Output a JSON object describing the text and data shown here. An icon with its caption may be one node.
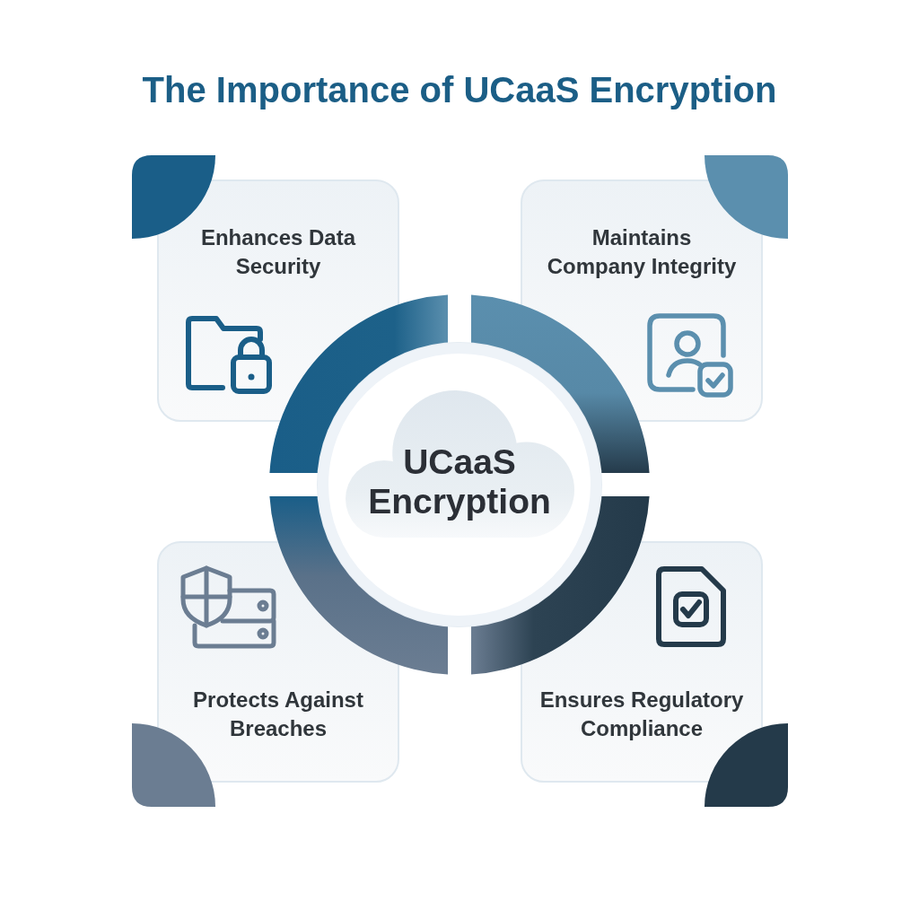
{
  "diagram": {
    "title": "The Importance of UCaaS Encryption",
    "nodes": [
      {
        "text": [
          "Enhances Data Security"
        ]
      },
      {
        "text": [
          "Maintains Company Integrity"
        ]
      },
      {
        "text": [
          "UCaaS Encryption"
        ]
      },
      {
        "text": [
          "Protects Against Breaches"
        ]
      },
      {
        "text": [
          "Ensures Regulatory Compliance"
        ]
      }
    ]
  }
}
